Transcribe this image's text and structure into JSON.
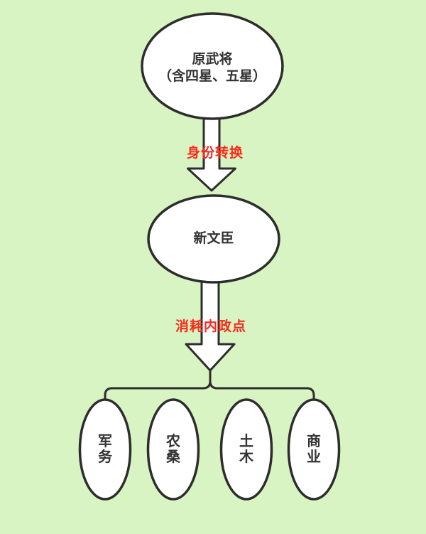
{
  "colors": {
    "background": "#d9f4c3",
    "line": "#2d2d2d",
    "node_fill": "#ffffff",
    "text": "#333333",
    "accent_red": "#fa291b"
  },
  "diagram": {
    "root_node": {
      "line1": "原武将",
      "line2": "（含四星、五星）"
    },
    "edge1_label": "身份转换",
    "middle_node": {
      "label": "新文臣"
    },
    "edge2_label": "消耗内政点",
    "child_nodes": [
      {
        "label": "军务"
      },
      {
        "label": "农桑"
      },
      {
        "label": "土木"
      },
      {
        "label": "商业"
      }
    ]
  }
}
